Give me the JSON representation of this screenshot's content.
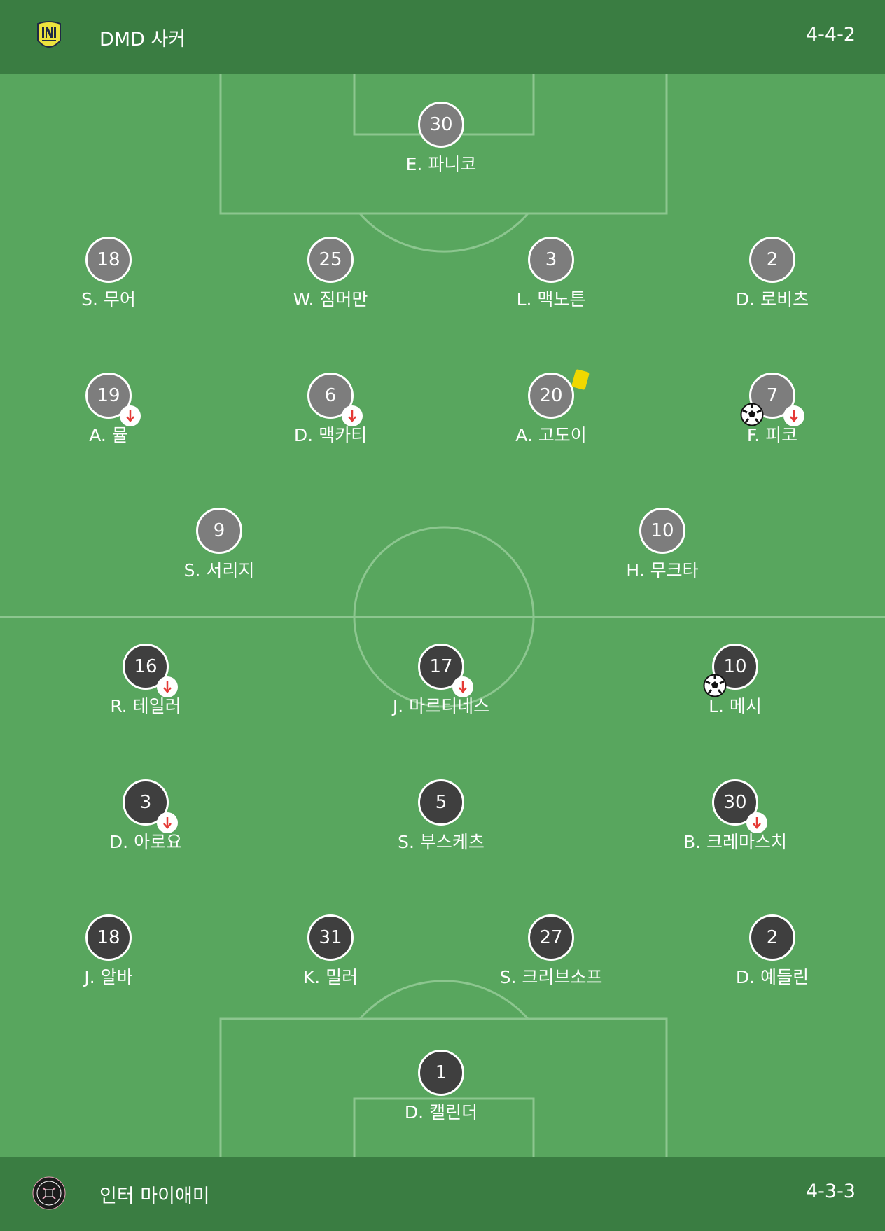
{
  "home": {
    "team_name": "DMD 사커",
    "formation": "4-4-2",
    "logo_icon": "nashville-sc-crest-icon",
    "disc_color": "#7d7d7d",
    "players": [
      {
        "number": "30",
        "name": "E. 파니코"
      },
      {
        "number": "18",
        "name": "S. 무어"
      },
      {
        "number": "25",
        "name": "W. 짐머만"
      },
      {
        "number": "3",
        "name": "L. 맥노튼"
      },
      {
        "number": "2",
        "name": "D. 로비츠"
      },
      {
        "number": "19",
        "name": "A. 뮬",
        "substituted": true
      },
      {
        "number": "6",
        "name": "D. 맥카티",
        "substituted": true
      },
      {
        "number": "20",
        "name": "A. 고도이",
        "yellow_card": true
      },
      {
        "number": "7",
        "name": "F. 피코",
        "substituted": true,
        "goal": true
      },
      {
        "number": "9",
        "name": "S. 서리지"
      },
      {
        "number": "10",
        "name": "H. 무크타"
      }
    ]
  },
  "away": {
    "team_name": "인터 마이애미",
    "formation": "4-3-3",
    "logo_icon": "inter-miami-crest-icon",
    "disc_color": "#3f3f3f",
    "players": [
      {
        "number": "16",
        "name": "R. 테일러",
        "substituted": true
      },
      {
        "number": "17",
        "name": "J. 마르티네스",
        "substituted": true
      },
      {
        "number": "10",
        "name": "L. 메시",
        "goal": true
      },
      {
        "number": "3",
        "name": "D. 아로요",
        "substituted": true
      },
      {
        "number": "5",
        "name": "S. 부스케츠"
      },
      {
        "number": "30",
        "name": "B. 크레마스치",
        "substituted": true
      },
      {
        "number": "18",
        "name": "J. 알바"
      },
      {
        "number": "31",
        "name": "K. 밀러"
      },
      {
        "number": "27",
        "name": "S. 크리브소프"
      },
      {
        "number": "2",
        "name": "D. 예들린"
      },
      {
        "number": "1",
        "name": "D. 캘린더"
      }
    ]
  },
  "colors": {
    "pitch": "#58a65e",
    "bar": "#3a7d42",
    "line": "#8cc68f",
    "sub_arrow": "#e53935",
    "yellow_card": "#f0d800"
  }
}
